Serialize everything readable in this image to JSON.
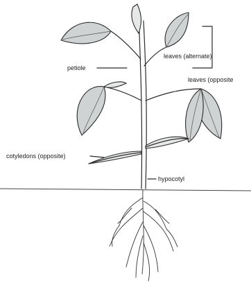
{
  "labels": {
    "petiole": "petiole",
    "leaves_alternate": "leaves (alternate)",
    "leaves_opposite": "leaves (opposite",
    "cotyledons": "cotyledons (opposite)",
    "hypocotyl": "hypocotyl"
  }
}
